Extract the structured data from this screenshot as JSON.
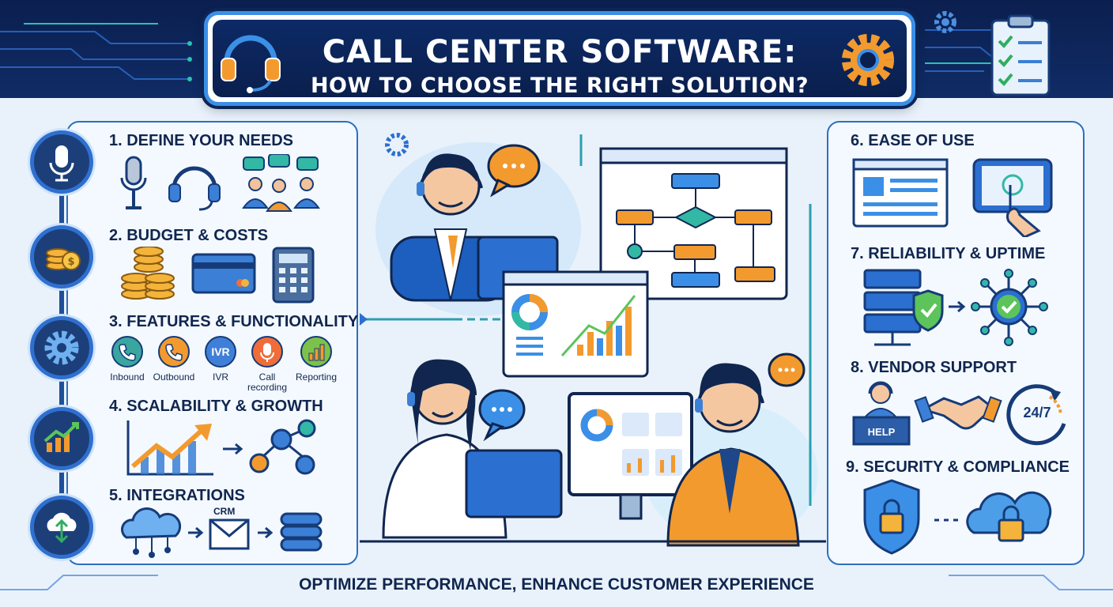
{
  "header": {
    "title_line1": "CALL CENTER SOFTWARE:",
    "title_line2": "HOW TO CHOOSE THE RIGHT SOLUTION?"
  },
  "left_sections": [
    {
      "title": "1. DEFINE YOUR NEEDS",
      "icon": "microphone-icon"
    },
    {
      "title": "2. BUDGET & COSTS",
      "icon": "coins-icon"
    },
    {
      "title": "3. FEATURES & FUNCTIONALITY",
      "icon": "gear-icon"
    },
    {
      "title": "4. SCALABILITY & GROWTH",
      "icon": "growth-chart-icon"
    },
    {
      "title": "5. INTEGRATIONS",
      "icon": "cloud-sync-icon"
    }
  ],
  "features": [
    {
      "label": "Inbound",
      "icon": "phone-icon",
      "color": "#3aa6a0"
    },
    {
      "label": "Outbound",
      "icon": "phone-outgoing-icon",
      "color": "#f39a2e"
    },
    {
      "label": "IVR",
      "badge": "IVR",
      "color": "#3f7fd8"
    },
    {
      "label": "Call recording",
      "icon": "microphone-icon",
      "color": "#f06d3a"
    },
    {
      "label": "Reporting",
      "icon": "bar-chart-icon",
      "color": "#7cc24a"
    }
  ],
  "integrations": {
    "crm_label": "CRM"
  },
  "right_sections": [
    {
      "title": "6. EASE OF USE"
    },
    {
      "title": "7. RELIABILITY & UPTIME"
    },
    {
      "title": "8. VENDOR SUPPORT"
    },
    {
      "title": "9. SECURITY & COMPLIANCE"
    }
  ],
  "vendor_support": {
    "help_label": "HELP",
    "hours_label": "24/7"
  },
  "footer": {
    "text": "OPTIMIZE PERFORMANCE, ENHANCE CUSTOMER EXPERIENCE"
  },
  "colors": {
    "navy": "#0b1f4f",
    "accent_blue": "#3b8fe6",
    "orange": "#f39a2e",
    "teal": "#33b8a6",
    "green": "#5cc45a"
  }
}
